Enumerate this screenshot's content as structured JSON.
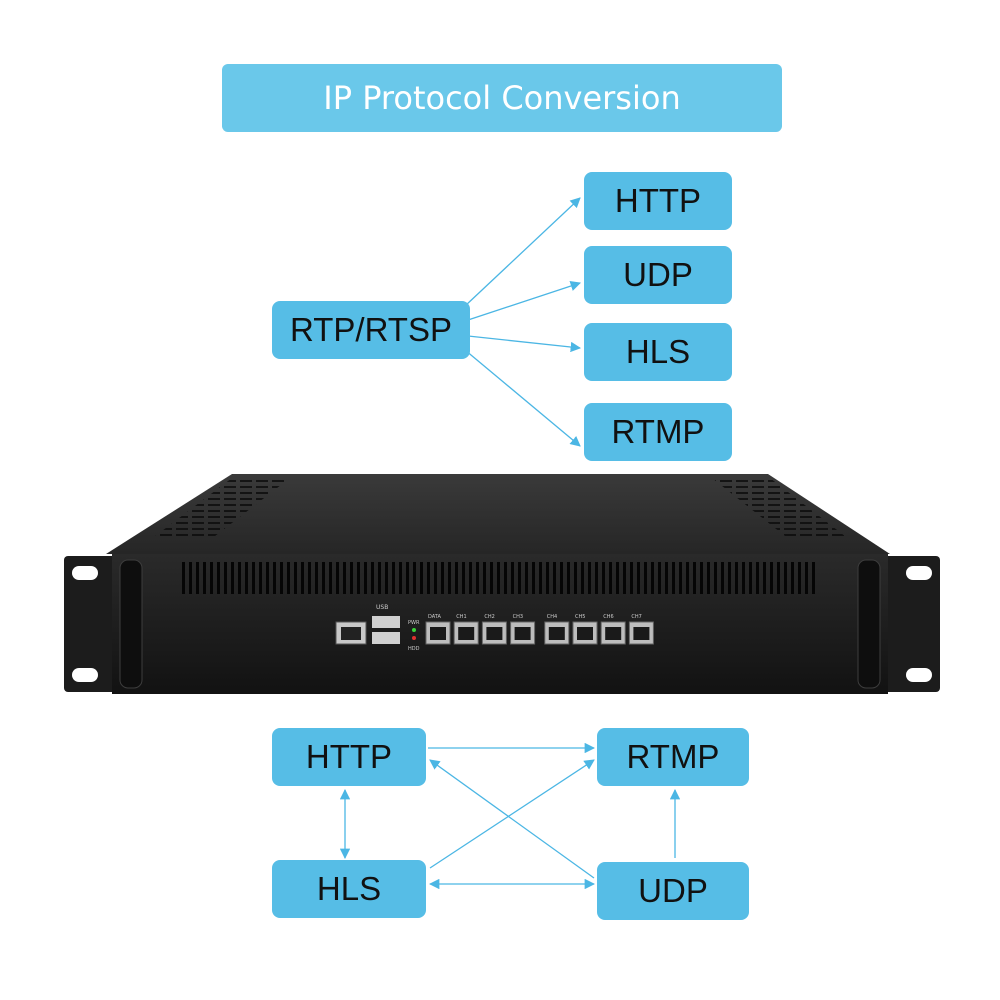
{
  "title": "IP Protocol Conversion",
  "top_diagram": {
    "source": "RTP/RTSP",
    "targets": [
      "HTTP",
      "UDP",
      "HLS",
      "RTMP"
    ]
  },
  "bottom_diagram": {
    "nodes": [
      "HTTP",
      "RTMP",
      "HLS",
      "UDP"
    ]
  },
  "device": {
    "usb_label": "USB",
    "pwr_label": "PWR",
    "hdd_label": "HDD",
    "port_labels": [
      "DATA",
      "CH1",
      "CH2",
      "CH3",
      "CH4",
      "CH5",
      "CH6",
      "CH7"
    ]
  },
  "colors": {
    "banner": "#6ac8ea",
    "node": "#56bde6",
    "arrow": "#4bb6e4",
    "device_body": "#1e1e1e"
  }
}
